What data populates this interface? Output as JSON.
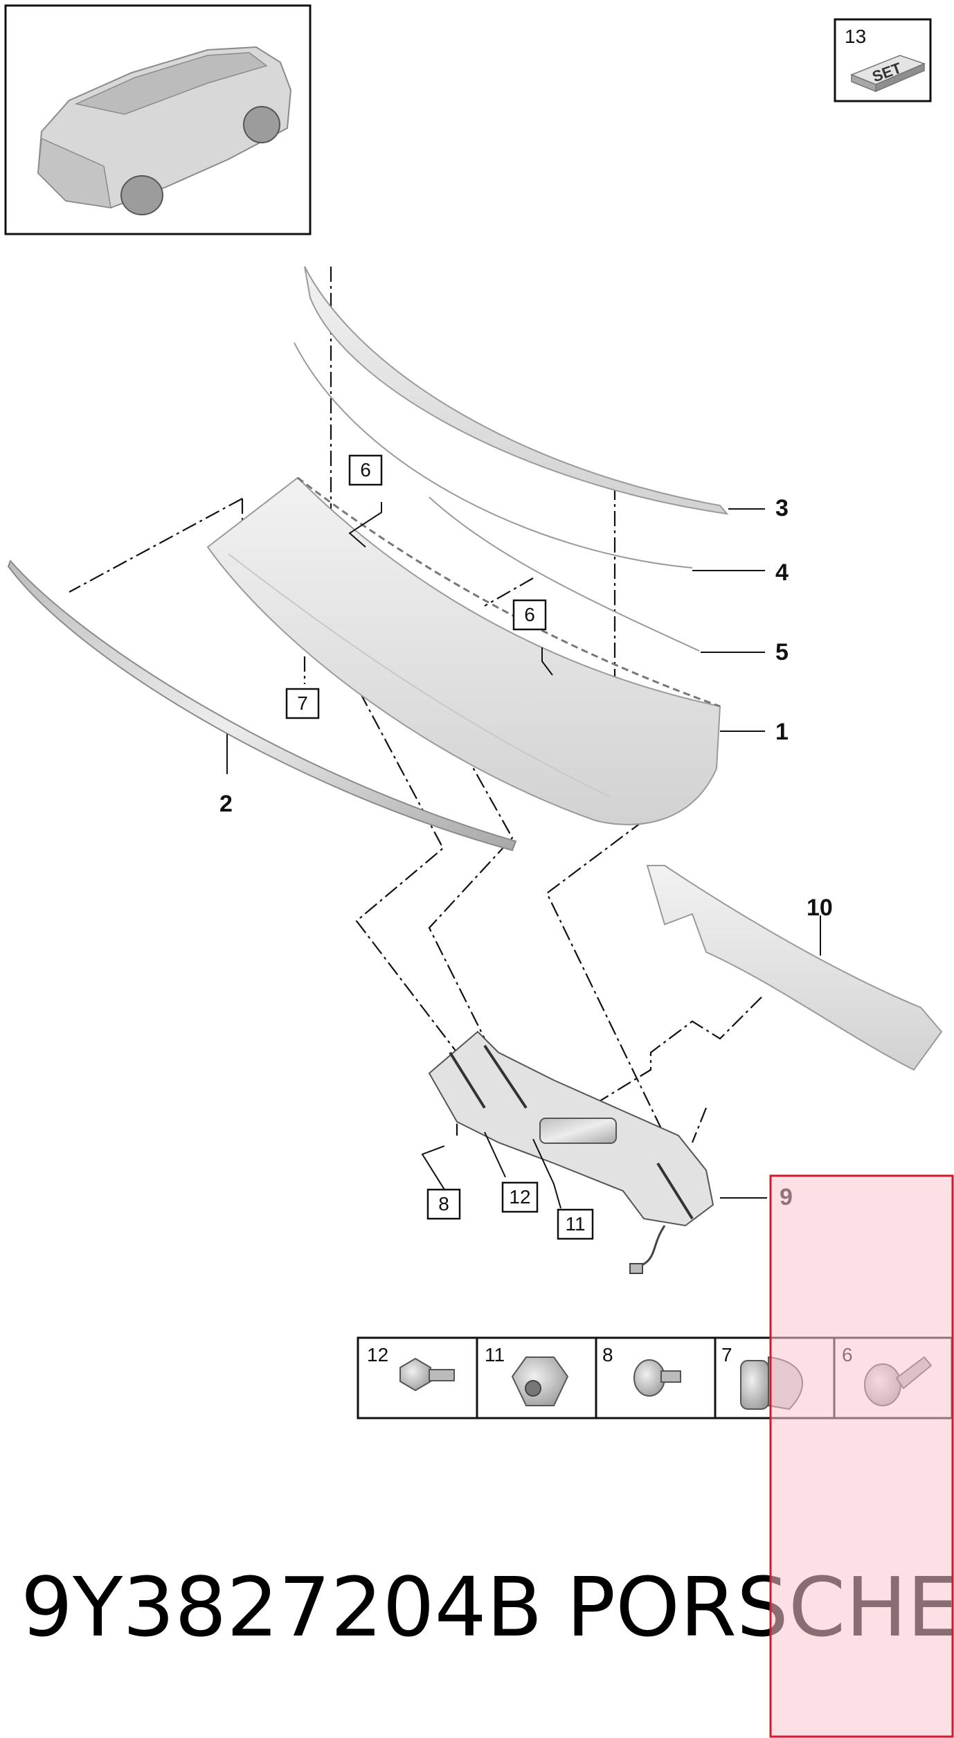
{
  "set_box": {
    "number": "13",
    "label": "SET"
  },
  "callouts": {
    "c1": "1",
    "c2": "2",
    "c3": "3",
    "c4": "4",
    "c5": "5",
    "c9": "9",
    "c10": "10"
  },
  "boxed_labels": {
    "b6a": "6",
    "b6b": "6",
    "b7": "7",
    "b8": "8",
    "b11": "11",
    "b12": "12"
  },
  "fastener_table": [
    {
      "number": "12",
      "icon": "hex-bolt-icon"
    },
    {
      "number": "11",
      "icon": "hex-nut-icon"
    },
    {
      "number": "8",
      "icon": "round-head-screw-icon"
    },
    {
      "number": "7",
      "icon": "expansion-nut-icon"
    },
    {
      "number": "6",
      "icon": "flange-bolt-icon"
    }
  ],
  "footer": {
    "part_number": "9Y3827204B",
    "brand": "PORSCHE"
  },
  "colors": {
    "highlight": "#f7c6d0",
    "highlight_border": "#d01a2a",
    "part_fill": "#e6e6e6"
  }
}
